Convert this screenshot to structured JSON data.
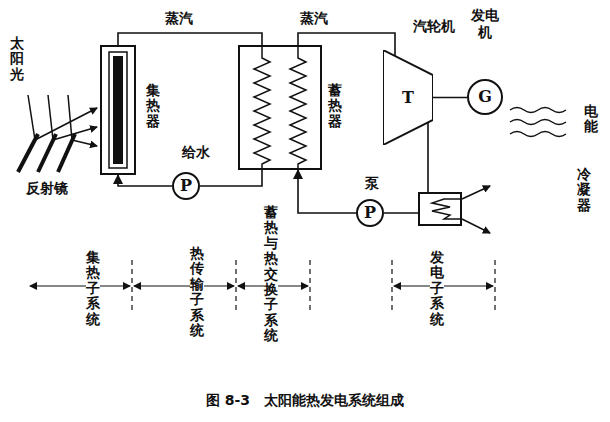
{
  "diagram": {
    "caption": "图 8-3　太阳能热发电系统组成",
    "nodes": [
      {
        "text": [
          "集热器"
        ]
      },
      {
        "text": [
          "给水",
          "P"
        ]
      },
      {
        "text": [
          "蓄热器"
        ]
      },
      {
        "text": [
          "汽轮机",
          "T"
        ]
      },
      {
        "text": [
          "发电机",
          "G"
        ]
      },
      {
        "text": [
          "泵",
          "P"
        ]
      },
      {
        "text": [
          "冷凝器"
        ]
      }
    ],
    "edges": [
      {
        "from": 0,
        "to": 2,
        "arrow": "none",
        "label": "蒸汽"
      },
      {
        "from": 2,
        "to": 1,
        "arrow": "none"
      },
      {
        "from": 1,
        "to": 0,
        "arrow": "to"
      },
      {
        "from": 2,
        "to": 3,
        "arrow": "none",
        "label": "蒸汽"
      },
      {
        "from": 3,
        "to": 6,
        "arrow": "none"
      },
      {
        "from": 6,
        "to": 5,
        "arrow": "none"
      },
      {
        "from": 5,
        "to": 2,
        "arrow": "to"
      },
      {
        "from": 3,
        "to": 4,
        "arrow": "none"
      }
    ],
    "labels": [
      "太阳光",
      "反射镜",
      "电能",
      "集热子系统",
      "热传输子系统",
      "蓄热与热交换子系统",
      "发电子系统"
    ]
  }
}
